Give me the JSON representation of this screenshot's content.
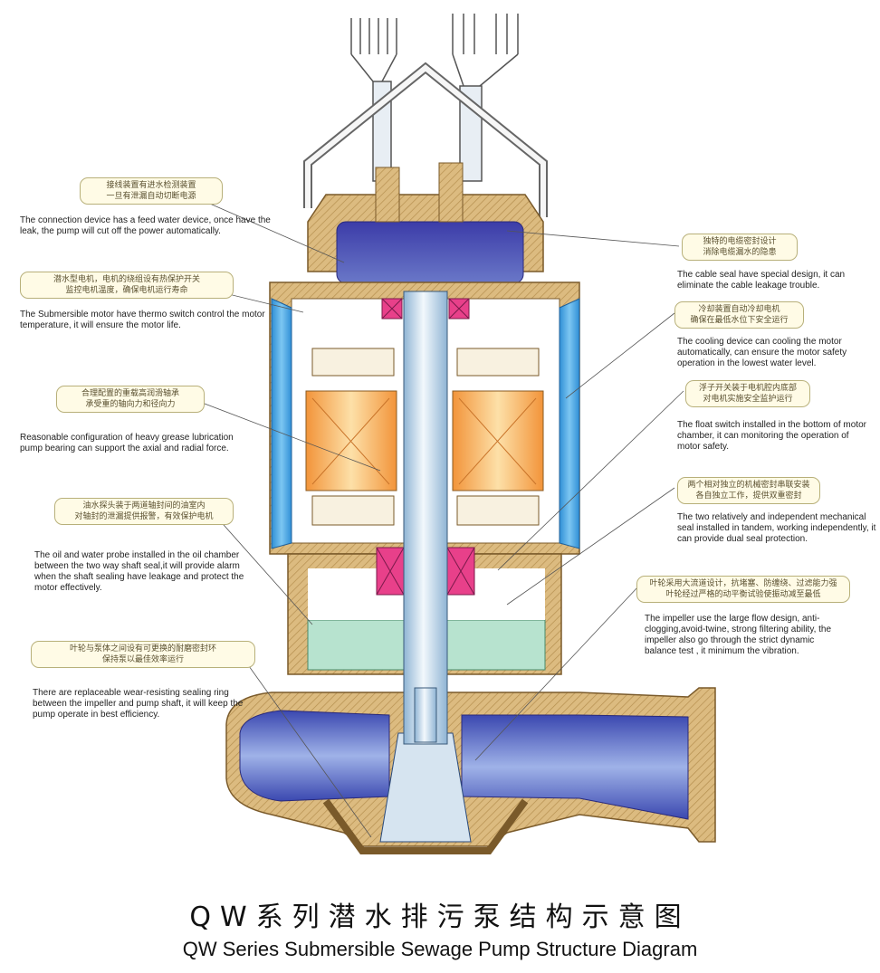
{
  "title_cn": "QW系列潜水排污泵结构示意图",
  "title_en": "QW Series Submersible Sewage Pump Structure Diagram",
  "callouts": [
    {
      "cn1": "接线装置有进水检测装置",
      "cn2": "一旦有泄漏自动切断电源",
      "en": "The connection device has a feed water device, once have the leak, the pump will cut off the power automatically."
    },
    {
      "cn1": "潜水型电机，电机的绕组设有热保护开关",
      "cn2": "监控电机温度，确保电机运行寿命",
      "en": "The Submersible motor have thermo switch control the motor temperature, it will ensure the motor life."
    },
    {
      "cn1": "合理配置的重载高润滑轴承",
      "cn2": "承受重的轴向力和径向力",
      "en": "Reasonable configuration of heavy grease lubrication pump bearing can support  the axial and radial force."
    },
    {
      "cn1": "油水探头装于两道轴封间的油室内",
      "cn2": "对轴封的泄漏提供报警，有效保护电机",
      "en": "The oil and water probe installed in the oil chamber between the two way shaft seal,it will provide alarm when the shaft sealing have leakage and protect the motor effectively."
    },
    {
      "cn1": "叶轮与泵体之间设有可更换的耐磨密封环",
      "cn2": "保持泵以最佳效率运行",
      "en": "There are replaceable wear-resisting sealing ring between the impeller and pump shaft, it will keep the pump operate in best efficiency."
    },
    {
      "cn1": "独特的电缆密封设计",
      "cn2": "消除电缆漏水的隐患",
      "en": "The cable seal have special design, it can eliminate the cable leakage trouble."
    },
    {
      "cn1": "冷却装置自动冷却电机",
      "cn2": "确保在最低水位下安全运行",
      "en": "The cooling device can cooling the motor automatically, can ensure the motor safety operation in the lowest water level."
    },
    {
      "cn1": "浮子开关装于电机腔内底部",
      "cn2": "对电机实施安全监护运行",
      "en": "The float switch installed in the bottom of motor chamber, it can monitoring the operation of motor safety."
    },
    {
      "cn1": "两个相对独立的机械密封串联安装",
      "cn2": "各自独立工作，提供双重密封",
      "en": "The two relatively and independent mechanical seal installed in tandem, working independently, it can provide dual seal protection."
    },
    {
      "cn1": "叶轮采用大流道设计，抗堵塞、防缠绕、过滤能力强",
      "cn2": "叶轮经过严格的动平衡试验使振动减至最低",
      "en": "The impeller use the large flow design, anti-clogging,avoid-twine, strong filtering ability, the impeller also go through the strict dynamic balance test , it minimum the vibration."
    }
  ],
  "colors": {
    "casing": "#d9b77a",
    "casing_hatch": "#b89050",
    "cover": "#4b4bb0",
    "motor_blue": "#4aa3e0",
    "stator": "#f2a24a",
    "bearing": "#e8408a",
    "oil": "#b7e3cf",
    "shaft": "#bcd7ec",
    "volute": "#4a5bc0"
  }
}
